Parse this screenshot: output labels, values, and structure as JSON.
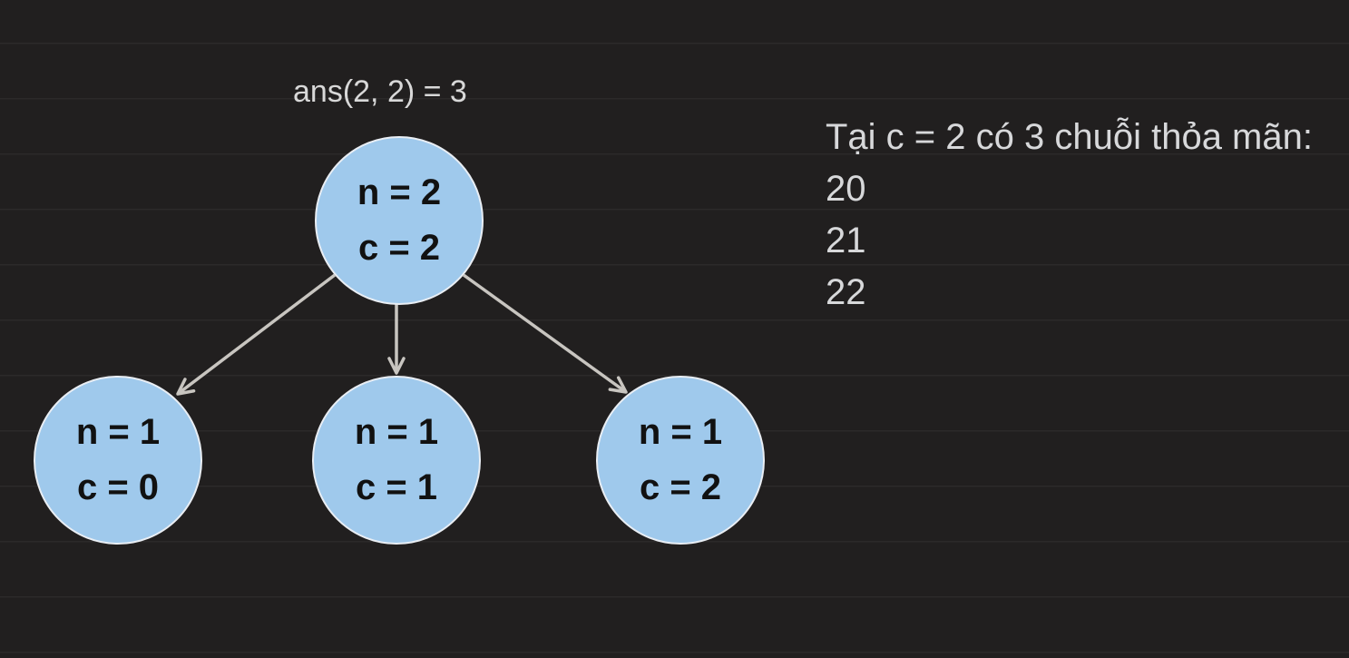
{
  "colors": {
    "background": "#211f1f",
    "ruled_line": "#2b2a29",
    "node_fill": "#9fc9ec",
    "node_border": "#e9eef4",
    "node_text": "#111111",
    "arrow": "#c8c5c0",
    "annotation_text": "#d8d8d8",
    "note_text": "#d7d8da"
  },
  "diagram": {
    "annotation": "ans(2, 2) = 3",
    "nodes": {
      "root": {
        "line1": "n = 2",
        "line2": "c = 2"
      },
      "children": [
        {
          "line1": "n = 1",
          "line2": "c = 0"
        },
        {
          "line1": "n = 1",
          "line2": "c = 1"
        },
        {
          "line1": "n = 1",
          "line2": "c = 2"
        }
      ]
    },
    "edges": [
      "root-to-child-0",
      "root-to-child-1",
      "root-to-child-2"
    ]
  },
  "note": {
    "title": "Tại c = 2 có 3 chuỗi thỏa mãn:",
    "strings": [
      "20",
      "21",
      "22"
    ]
  }
}
